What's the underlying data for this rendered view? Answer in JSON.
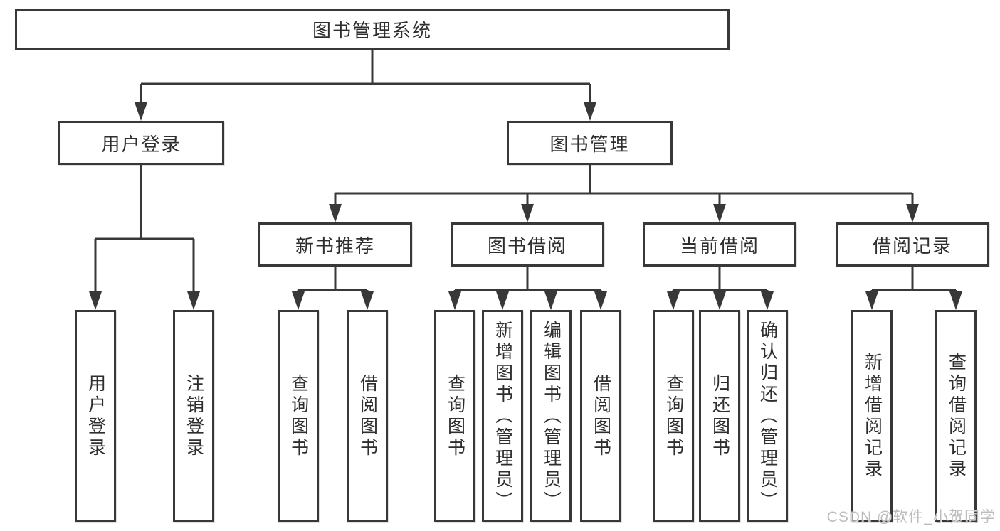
{
  "colors": {
    "background": "#ffffff",
    "line": "#383838",
    "text": "#2e2e2e",
    "watermark": "#bdbdbd"
  },
  "watermark": {
    "text": "CSDN @软件_小贺同学"
  },
  "diagram": {
    "type": "hierarchy-tree",
    "root": {
      "label": "图书管理系统",
      "children": [
        {
          "label": "用户登录",
          "children": [
            {
              "label": "用户登录"
            },
            {
              "label": "注销登录"
            }
          ]
        },
        {
          "label": "图书管理",
          "children": [
            {
              "label": "新书推荐",
              "children": [
                {
                  "label": "查询图书"
                },
                {
                  "label": "借阅图书"
                }
              ]
            },
            {
              "label": "图书借阅",
              "children": [
                {
                  "label": "查询图书"
                },
                {
                  "label": "新增图书（管理员）"
                },
                {
                  "label": "编辑图书（管理员）"
                },
                {
                  "label": "借阅图书"
                }
              ]
            },
            {
              "label": "当前借阅",
              "children": [
                {
                  "label": "查询图书"
                },
                {
                  "label": "归还图书"
                },
                {
                  "label": "确认归还（管理员）"
                }
              ]
            },
            {
              "label": "借阅记录",
              "children": [
                {
                  "label": "新增借阅记录"
                },
                {
                  "label": "查询借阅记录"
                }
              ]
            }
          ]
        }
      ]
    }
  }
}
